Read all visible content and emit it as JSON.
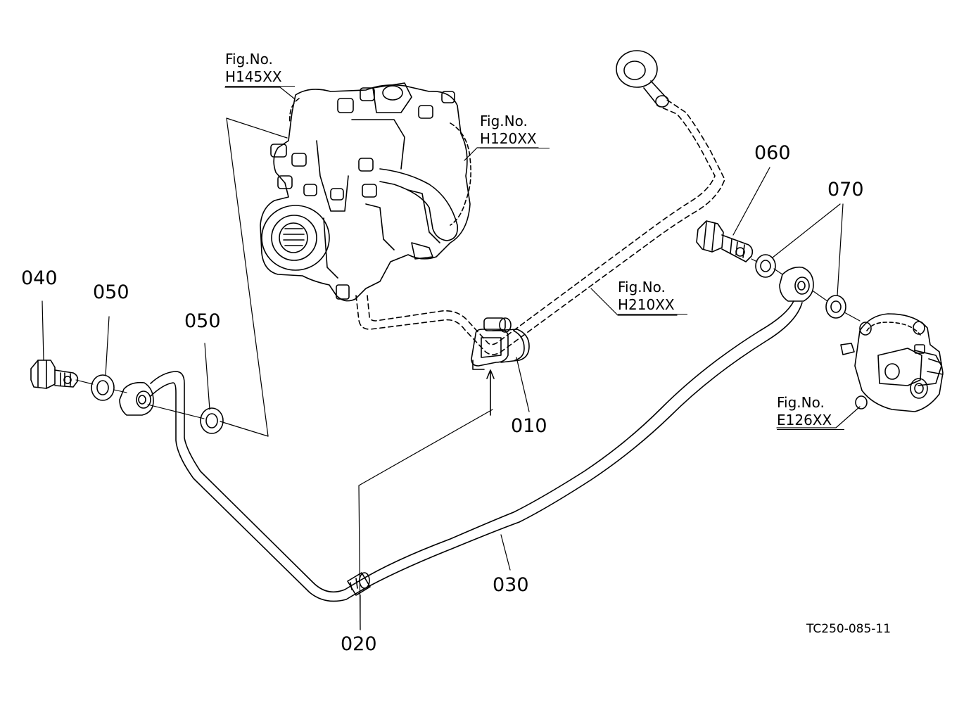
{
  "figure_refs": [
    {
      "id": "pump",
      "prefix": "Fig.No.",
      "number": "H145XX"
    },
    {
      "id": "valve",
      "prefix": "Fig.No.",
      "number": "H120XX"
    },
    {
      "id": "return",
      "prefix": "Fig.No.",
      "number": "H210XX"
    },
    {
      "id": "engine",
      "prefix": "Fig.No.",
      "number": "E126XX"
    }
  ],
  "parts": [
    {
      "id": "p010",
      "label": "010"
    },
    {
      "id": "p020",
      "label": "020"
    },
    {
      "id": "p030",
      "label": "030"
    },
    {
      "id": "p040",
      "label": "040"
    },
    {
      "id": "p050a",
      "label": "050"
    },
    {
      "id": "p050b",
      "label": "050"
    },
    {
      "id": "p060",
      "label": "060"
    },
    {
      "id": "p070",
      "label": "070"
    }
  ],
  "drawing_code": "TC250-085-11"
}
